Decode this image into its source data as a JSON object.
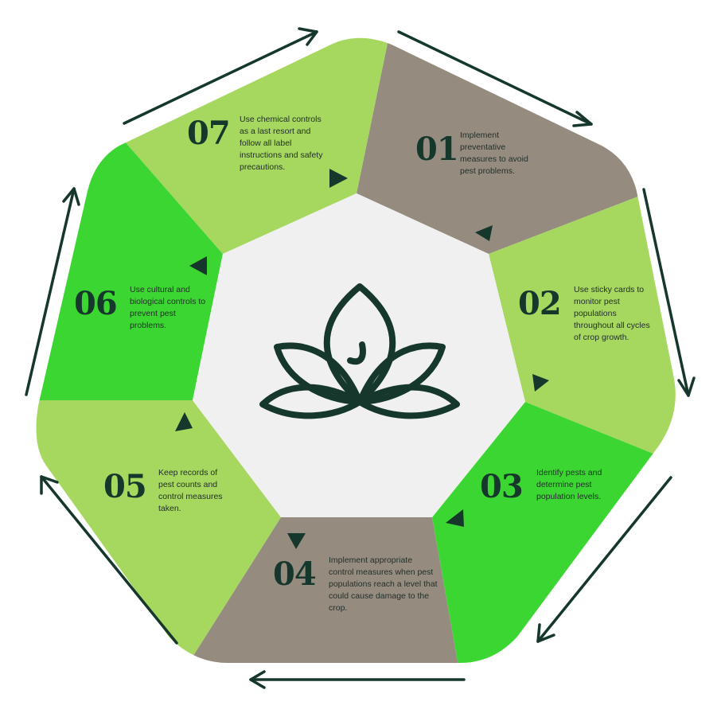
{
  "colors": {
    "background": "#ffffff",
    "center": "#f0f0f0",
    "grey": "#968b7f",
    "light_green": "#a6d75f",
    "bright_green": "#3cd632",
    "dark": "#16372b"
  },
  "center_icon": "lotus-leaf-icon",
  "steps": [
    {
      "number": "01",
      "text": "Implement preventative measures to avoid pest problems.",
      "color": "#968b7f"
    },
    {
      "number": "02",
      "text": "Use sticky cards to monitor pest populations throughout all cycles of crop growth.",
      "color": "#a6d75f"
    },
    {
      "number": "03",
      "text": "Identify pests and determine pest population levels.",
      "color": "#3cd632"
    },
    {
      "number": "04",
      "text": "Implement appropriate control measures when pest populations reach a level that could cause damage to the crop.",
      "color": "#968b7f"
    },
    {
      "number": "05",
      "text": "Keep records of pest counts and control measures taken.",
      "color": "#a6d75f"
    },
    {
      "number": "06",
      "text": "Use cultural and biological controls to prevent pest problems.",
      "color": "#3cd632"
    },
    {
      "number": "07",
      "text": "Use chemical controls as a last resort and follow all label instructions and safety precautions.",
      "color": "#a6d75f"
    }
  ]
}
